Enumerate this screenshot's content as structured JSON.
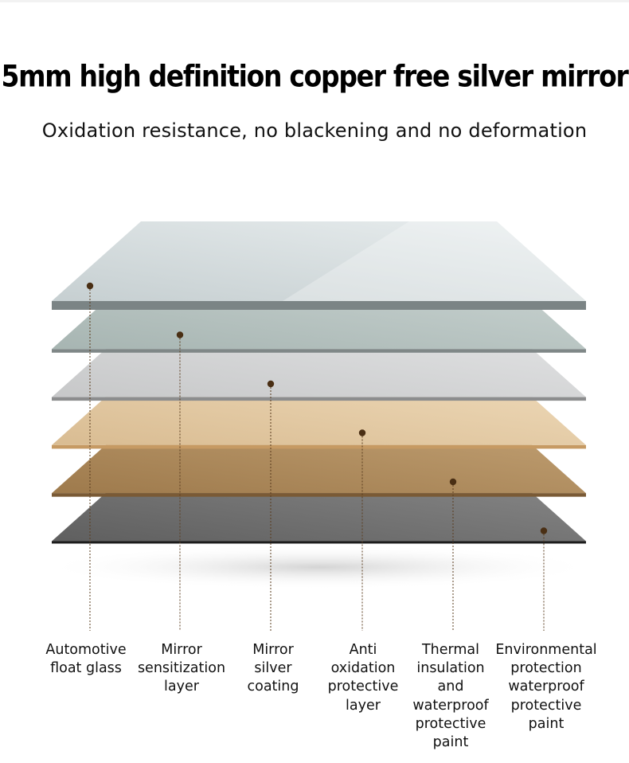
{
  "header": {
    "title": "5mm high definition copper free silver mirror",
    "subtitle": "Oxidation resistance, no blackening and no deformation"
  },
  "layers": [
    {
      "id": "glass",
      "lines": [
        "Automotive",
        "float glass"
      ],
      "colors": {
        "top_a": "#c6cfd1",
        "top_b": "#e9eeef",
        "edge": "#7b8485"
      }
    },
    {
      "id": "sensitize",
      "lines": [
        "Mirror",
        "sensitization",
        "layer"
      ],
      "colors": {
        "top_a": "#a7b5b2",
        "top_b": "#cbd5d3",
        "edge": "#7f8787"
      }
    },
    {
      "id": "silver",
      "lines": [
        "Mirror",
        "silver",
        "coating"
      ],
      "colors": {
        "top_a": "#c7c8c9",
        "top_b": "#e4e5e6",
        "edge": "#8c8d8e"
      }
    },
    {
      "id": "antiox",
      "lines": [
        "Anti",
        "oxidation",
        "protective",
        "layer"
      ],
      "colors": {
        "top_a": "#d9bc92",
        "top_b": "#f0dcbc",
        "edge": "#c69a63"
      }
    },
    {
      "id": "thermal",
      "lines": [
        "Thermal",
        "insulation",
        "and",
        "waterproof",
        "protective",
        "paint"
      ],
      "colors": {
        "top_a": "#9e7a4c",
        "top_b": "#c4a376",
        "edge": "#7a5a35"
      }
    },
    {
      "id": "enviro",
      "lines": [
        "Environmental",
        "protection",
        "waterproof",
        "protective",
        "paint"
      ],
      "colors": {
        "top_a": "#5f5f5f",
        "top_b": "#8c8c8c",
        "edge": "#1c1c1c"
      }
    }
  ],
  "colors": {
    "leader": "#5a3c1e",
    "dot": "#4a2f14"
  }
}
